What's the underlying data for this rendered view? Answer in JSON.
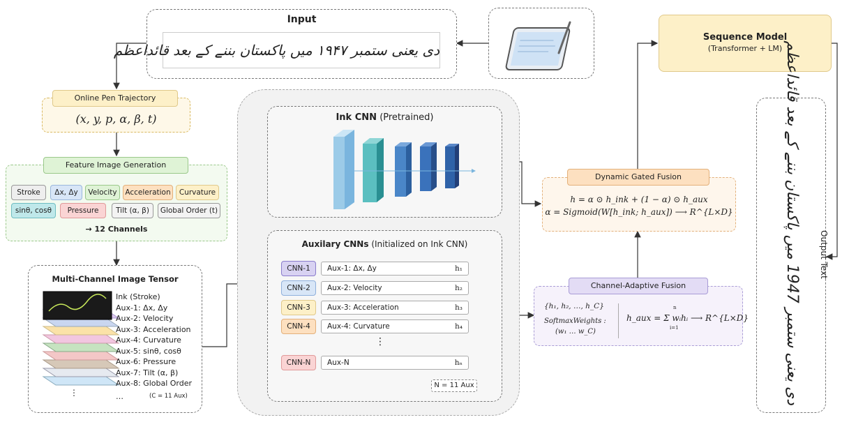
{
  "input": {
    "title": "Input",
    "urdu_text": "دی یعنی ستمبر ۱۹۴۷ میں پاکستان بننے کے بعد قائداعظم"
  },
  "tablet": {
    "icon": "tablet-stylus-icon"
  },
  "sequence_model": {
    "title": "Sequence Model",
    "subtitle": "(Transformer + LM)"
  },
  "output": {
    "title": "Output Text",
    "urdu_text": "دی یعنی ستمبر 1947 میں پاکستان بننے کے بعد قائداعظم"
  },
  "pen_trajectory": {
    "title": "Online Pen Trajectory",
    "formula": "(x, y, p, α, β, t)"
  },
  "feature_gen": {
    "title": "Feature Image Generation",
    "row1": [
      "Stroke",
      "Δx, Δy",
      "Velocity",
      "Acceleration",
      "Curvature"
    ],
    "row2": [
      "sinθ, cosθ",
      "Pressure",
      "Tilt (α, β)",
      "Global Order (t)"
    ],
    "footer": "→ 12 Channels"
  },
  "tensor": {
    "title": "Multi-Channel Image Tensor",
    "layers": [
      "Ink (Stroke)",
      "Aux-1: Δx, Δy",
      "Aux-2: Velocity",
      "Aux-3: Acceleration",
      "Aux-4: Curvature",
      "Aux-5: sinθ, cosθ",
      "Aux-6: Pressure",
      "Aux-7: Tilt (α, β)",
      "Aux-8: Global Order"
    ],
    "ellipsis": "…",
    "dots": "⋮",
    "note": "(C = 11 Aux)"
  },
  "ink_cnn": {
    "title": "Ink CNN",
    "subtitle": "(Pretrained)"
  },
  "aux_cnns": {
    "title": "Auxilary CNNs",
    "subtitle": "(Initialized on Ink CNN)",
    "rows": [
      {
        "cnn": "CNN-1",
        "aux": "Aux-1: Δx, Δy",
        "h": "h₁"
      },
      {
        "cnn": "CNN-2",
        "aux": "Aux-2: Velocity",
        "h": "h₂"
      },
      {
        "cnn": "CNN-3",
        "aux": "Aux-3: Acceleration",
        "h": "h₃"
      },
      {
        "cnn": "CNN-4",
        "aux": "Aux-4: Curvature",
        "h": "h₄"
      },
      {
        "cnn": "CNN-N",
        "aux": "Aux-N",
        "h": "hₙ"
      }
    ],
    "vdots": "⋮",
    "note": "N = 11 Aux"
  },
  "gated_fusion": {
    "title": "Dynamic Gated Fusion",
    "eq1": "h = α ⊙ h_ink + (1 − α) ⊙ h_aux",
    "eq2": "α = Sigmoid(W[h_ink; h_aux]) ⟶ R^{L×D}"
  },
  "channel_fusion": {
    "title": "Channel-Adaptive Fusion",
    "set": "{h₁, h₂, …, h_C}",
    "weights_label": "SoftmaxWeights :",
    "weights": "(w₁ … w_C)",
    "eq": "h_aux = Σ wᵢhᵢ ⟶ R^{L×D}",
    "sum_top": "n",
    "sum_bottom": "i=1"
  },
  "colors": {
    "yellow": "#fdf0c8",
    "green": "#dff3d6",
    "blue": "#d8e6f7",
    "purple": "#e3dcf5",
    "orange": "#fde0c0",
    "cnn_light": "#9ccbe8",
    "cnn_teal": "#3aa6a8",
    "cnn_blue": "#2f6fb5"
  }
}
